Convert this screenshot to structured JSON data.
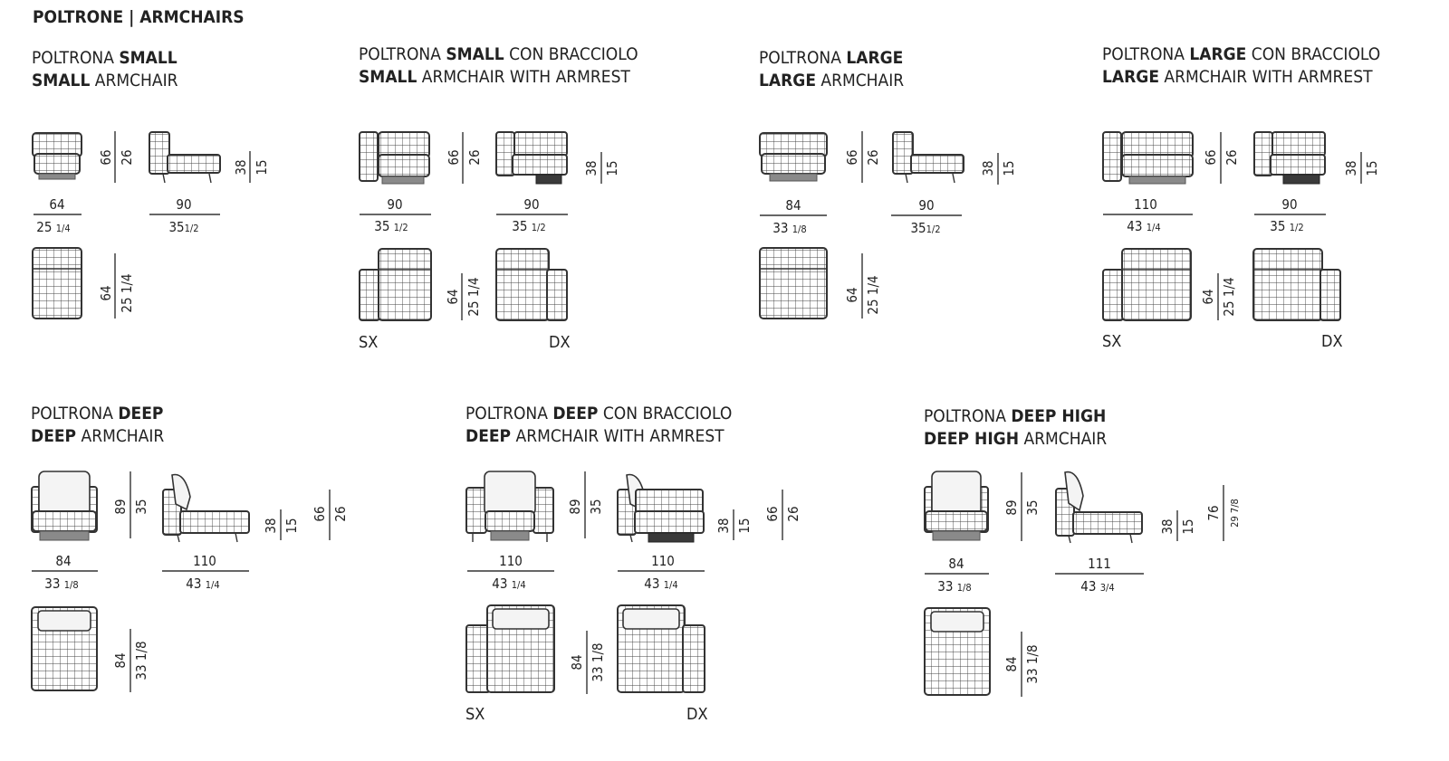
{
  "page_title": "POLTRONE | ARMCHAIRS",
  "sections": {
    "small": {
      "it_prefix": "POLTRONA ",
      "it_bold": "SMALL",
      "it_suffix": "",
      "en_bold": "SMALL",
      "en_suffix": " ARMCHAIR",
      "front_width_cm": "64",
      "front_width_in": "25",
      "front_width_in_frac": "1/4",
      "front_height_cm": "66",
      "front_height_in": "26",
      "side_depth_cm": "90",
      "side_depth_in": "35",
      "side_depth_in_frac": "1/2",
      "side_seat_cm": "38",
      "side_seat_in": "15",
      "top_depth_cm": "64",
      "top_depth_in": "25 1/4"
    },
    "small_armrest": {
      "it_prefix": "POLTRONA ",
      "it_bold": "SMALL",
      "it_suffix": " CON BRACCIOLO",
      "en_bold": "SMALL",
      "en_suffix": " ARMCHAIR WITH ARMREST",
      "front_width_cm": "90",
      "front_width_in": "35",
      "front_width_in_frac": "1/2",
      "front_height_cm": "66",
      "front_height_in": "26",
      "side_depth_cm": "90",
      "side_depth_in": "35",
      "side_depth_in_frac": "1/2",
      "side_seat_cm": "38",
      "side_seat_in": "15",
      "top_depth_cm": "64",
      "top_depth_in": "25 1/4",
      "left_label": "SX",
      "right_label": "DX"
    },
    "large": {
      "it_prefix": "POLTRONA ",
      "it_bold": "LARGE",
      "it_suffix": "",
      "en_bold": "LARGE",
      "en_suffix": " ARMCHAIR",
      "front_width_cm": "84",
      "front_width_in": "33",
      "front_width_in_frac": "1/8",
      "front_height_cm": "66",
      "front_height_in": "26",
      "side_depth_cm": "90",
      "side_depth_in": "35",
      "side_depth_in_frac": "1/2",
      "side_seat_cm": "38",
      "side_seat_in": "15",
      "top_depth_cm": "64",
      "top_depth_in": "25 1/4"
    },
    "large_armrest": {
      "it_prefix": "POLTRONA ",
      "it_bold": "LARGE",
      "it_suffix": " CON BRACCIOLO",
      "en_bold": "LARGE",
      "en_suffix": " ARMCHAIR WITH ARMREST",
      "front_width_cm": "110",
      "front_width_in": "43",
      "front_width_in_frac": "1/4",
      "front_height_cm": "66",
      "front_height_in": "26",
      "side_depth_cm": "90",
      "side_depth_in": "35",
      "side_depth_in_frac": "1/2",
      "side_seat_cm": "38",
      "side_seat_in": "15",
      "top_depth_cm": "64",
      "top_depth_in": "25 1/4",
      "left_label": "SX",
      "right_label": "DX"
    },
    "deep": {
      "it_prefix": "POLTRONA ",
      "it_bold": "DEEP",
      "it_suffix": "",
      "en_bold": "DEEP",
      "en_suffix": " ARMCHAIR",
      "front_width_cm": "84",
      "front_width_in": "33",
      "front_width_in_frac": "1/8",
      "front_height_cm": "89",
      "front_height_in": "35",
      "side_depth_cm": "110",
      "side_depth_in": "43",
      "side_depth_in_frac": "1/4",
      "side_seat_cm": "38",
      "side_seat_in": "15",
      "side_arm_cm": "66",
      "side_arm_in": "26",
      "top_depth_cm": "84",
      "top_depth_in": "33 1/8"
    },
    "deep_armrest": {
      "it_prefix": "POLTRONA ",
      "it_bold": "DEEP",
      "it_suffix": " CON BRACCIOLO",
      "en_bold": "DEEP",
      "en_suffix": " ARMCHAIR WITH ARMREST",
      "front_width_cm": "110",
      "front_width_in": "43",
      "front_width_in_frac": "1/4",
      "front_height_cm": "89",
      "front_height_in": "35",
      "side_depth_cm": "110",
      "side_depth_in": "43",
      "side_depth_in_frac": "1/4",
      "side_seat_cm": "38",
      "side_seat_in": "15",
      "side_arm_cm": "66",
      "side_arm_in": "26",
      "top_depth_cm": "84",
      "top_depth_in": "33 1/8",
      "left_label": "SX",
      "right_label": "DX"
    },
    "deep_high": {
      "it_prefix": "POLTRONA ",
      "it_bold": "DEEP HIGH",
      "it_suffix": "",
      "en_bold": "DEEP HIGH",
      "en_suffix": " ARMCHAIR",
      "front_width_cm": "84",
      "front_width_in": "33",
      "front_width_in_frac": "1/8",
      "front_height_cm": "89",
      "front_height_in": "35",
      "side_depth_cm": "111",
      "side_depth_in": "43",
      "side_depth_in_frac": "3/4",
      "side_seat_cm": "38",
      "side_seat_in": "15",
      "side_back_cm": "76",
      "side_back_in": "29 7/8",
      "top_depth_cm": "84",
      "top_depth_in": "33 1/8"
    }
  }
}
